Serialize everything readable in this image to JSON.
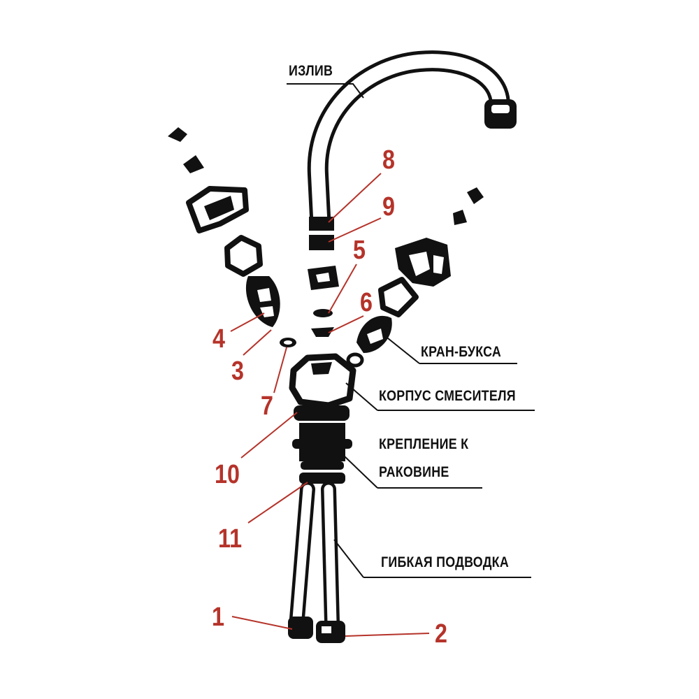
{
  "labels": {
    "spout": "ИЗЛИВ",
    "valve_cartridge": "КРАН-БУКСА",
    "mixer_body": "КОРПУС СМЕСИТЕЛЯ",
    "sink_mount_line1": "КРЕПЛЕНИЕ К",
    "sink_mount_line2": "РАКОВИНЕ",
    "flexible_hose": "ГИБКАЯ ПОДВОДКА"
  },
  "numbers": [
    "1",
    "2",
    "3",
    "4",
    "5",
    "6",
    "7",
    "8",
    "9",
    "10",
    "11"
  ],
  "colors": {
    "number": "#b5332a",
    "outline": "#111111"
  }
}
